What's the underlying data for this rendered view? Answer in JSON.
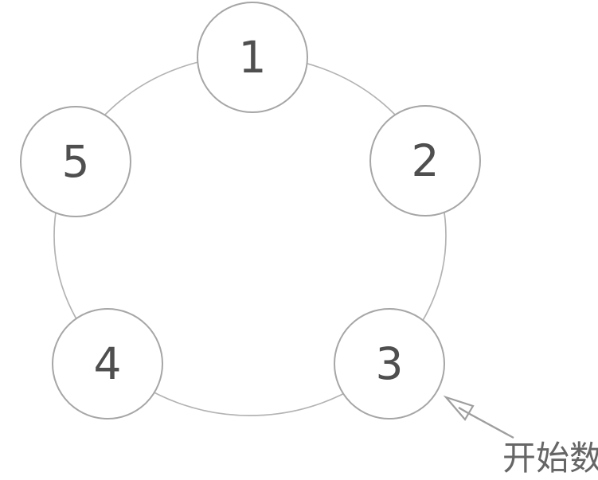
{
  "diagram": {
    "type": "circular-counting-ring",
    "nodes": [
      {
        "label": "1"
      },
      {
        "label": "2"
      },
      {
        "label": "3"
      },
      {
        "label": "4"
      },
      {
        "label": "5"
      }
    ],
    "annotation": {
      "label": "开始数",
      "points_to_node": "3"
    },
    "colors": {
      "background": "#ffffff",
      "ring_stroke": "#b3b3b3",
      "node_stroke": "#a6a6a6",
      "node_fill": "#ffffff",
      "number_color": "#4f4f4f",
      "arrow_color": "#9e9e9e",
      "annotation_text_color": "#666666"
    }
  }
}
